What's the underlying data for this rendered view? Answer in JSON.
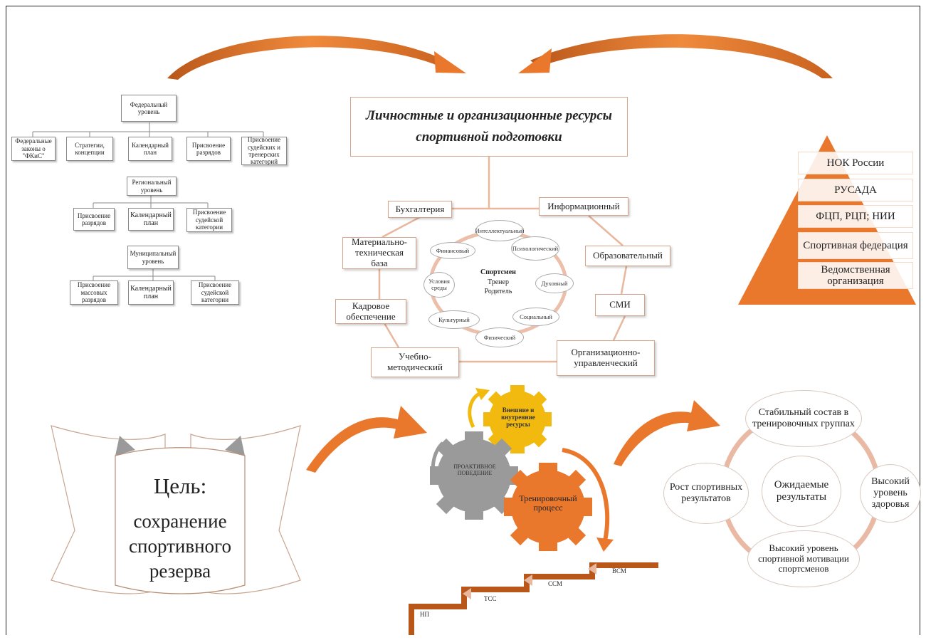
{
  "title": "Личностные и организационные ресурсы спортивной подготовки",
  "hierarchy": {
    "federal": {
      "label": "Федеральный уровень",
      "items": [
        "Федеральные законы о \"ФКиС\"",
        "Стратегии, концепции",
        "Календарный план",
        "Присвоение разрядов",
        "Присвоение судейских и тренерских категорий"
      ]
    },
    "regional": {
      "label": "Региональный уровень",
      "items": [
        "Присвоение разрядов",
        "Календарный план",
        "Присвоение судейской категории"
      ]
    },
    "municipal": {
      "label": "Муниципальный уровень",
      "items": [
        "Присвоение массовых разрядов",
        "Календарный план",
        "Присвоение судейской категории"
      ]
    }
  },
  "pyramid": {
    "colors": {
      "fill": "#e9772c"
    },
    "levels": [
      "НОК России",
      "РУСАДА",
      "ФЦП, РЦП; НИИ",
      "Спортивная федерация",
      "Ведомственная организация"
    ]
  },
  "org_resources": [
    "Бухгалтерия",
    "Информационный",
    "Материально-техническая база",
    "Образовательный",
    "Кадровое обеспечение",
    "СМИ",
    "Учебно-методический",
    "Организационно-управленческий"
  ],
  "personal": {
    "center": {
      "title": "Спортсмен",
      "line2": "Тренер",
      "line3": "Родитель"
    },
    "items": [
      "Интеллектуальный",
      "Психологический",
      "Финансовый",
      "Условия среды",
      "Духовный",
      "Культурный",
      "Социальный",
      "Физический"
    ]
  },
  "goal": {
    "line1": "Цель:",
    "line2": "сохранение",
    "line3": "спортивного",
    "line4": "резерва"
  },
  "gears": {
    "resources": "Внешние и внутренние ресурсы",
    "proactive": "ПРОАКТИВНОЕ ПОВЕДЕНИЕ",
    "training": "Тренировочный процесс",
    "colors": {
      "yellow": "#f2b90f",
      "gray": "#9a9a9a",
      "orange": "#e9772c"
    }
  },
  "stages": [
    "НП",
    "ТСС",
    "ССМ",
    "ВСМ"
  ],
  "results": {
    "center": "Ожидаемые результаты",
    "items": [
      "Стабильный состав в тренировочных группах",
      "Рост спортивных результатов",
      "Высокий уровень здоровья",
      "Высокий уровень спортивной мотивации спортсменов"
    ]
  },
  "colors": {
    "accent": "#e9772c",
    "accent_dark": "#b9571a",
    "ring": "#eab9a4"
  }
}
